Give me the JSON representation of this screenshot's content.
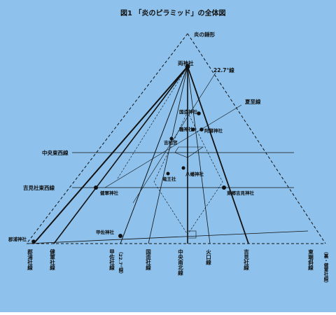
{
  "figure": {
    "title": "図1 「炎のピラミッド」の全体図",
    "background_color": "#8ec2ec",
    "line_color": "#111111"
  },
  "labels": {
    "flame_spindle": "炎の錘形",
    "shrine_top": "両神社",
    "line_22_7": "22.7°線",
    "summer_solstice": "夏至線",
    "kunisado_shrine": "国造神社",
    "hon_shrine": "鶴神社",
    "aso_shrine": "阿蘇神社",
    "yoshimatsu": "吉松宮",
    "center_ew": "中央東西線",
    "hachiman": "八幡神社",
    "ryuou": "竜王社",
    "yoshimi_ew": "吉見社東西線",
    "kengun_shrine": "健軍神社",
    "tokai_yoshimi": "東郷吉見神社",
    "kosa_shrine": "甲佐神社",
    "gunpo_shrine": "郡浦神社"
  },
  "bottom_labels": {
    "gunpo_line": "郡浦社線",
    "kengun_line": "健軍社線",
    "kosa_line": "甲佐社線",
    "kosa_angle": "（22.7°線）",
    "kunisado_line": "国造社線",
    "kako_line": "火口線",
    "center_ns": "中央南北線",
    "yoshimi_line": "吉見社線",
    "east_edge": "東端斜線",
    "ura_kengun": "（裏・健軍社線）"
  }
}
